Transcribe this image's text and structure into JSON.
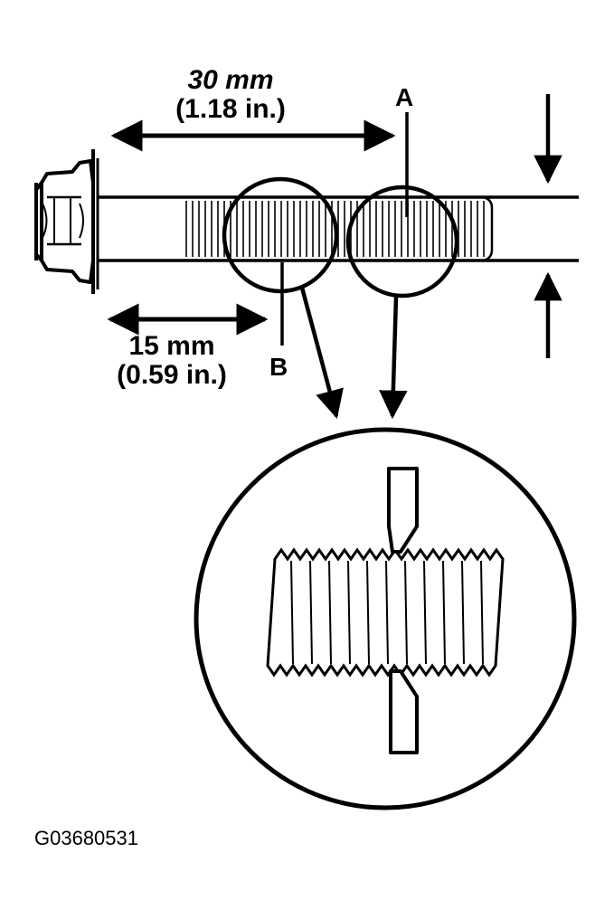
{
  "dimensions": {
    "long": {
      "metric": "30 mm",
      "imperial": "(1.18 in.)"
    },
    "short": {
      "metric": "15 mm",
      "imperial": "(0.59 in.)"
    }
  },
  "callouts": {
    "a": "A",
    "b": "B"
  },
  "figure_code": "G03680531",
  "colors": {
    "ink": "#000000",
    "paper": "#ffffff"
  },
  "icons": [
    "bolt-head-icon",
    "magnifier-circle-icon",
    "thread-gauge-icon"
  ]
}
